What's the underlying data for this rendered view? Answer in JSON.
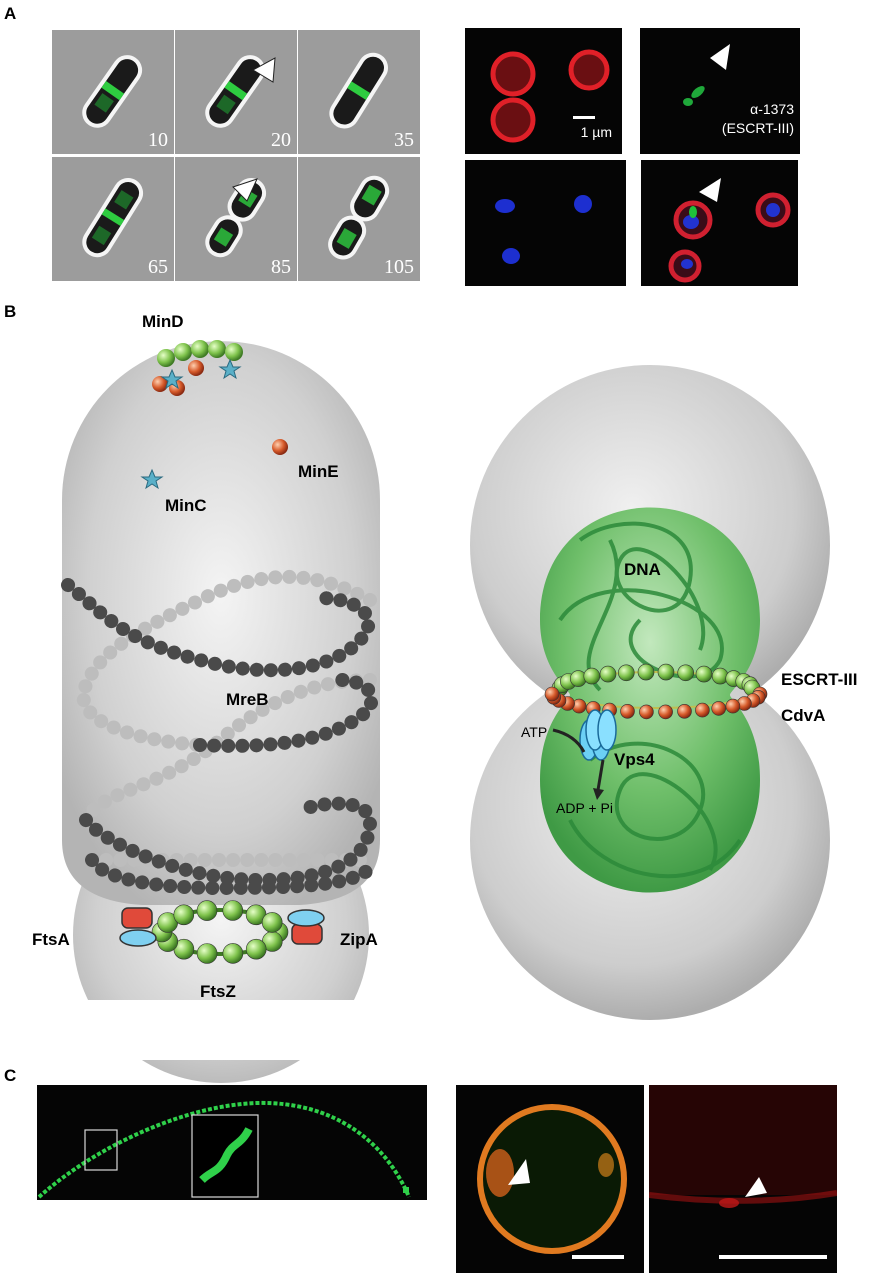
{
  "panels": {
    "a": "A",
    "b": "B",
    "c": "C"
  },
  "panel_a": {
    "timelapse_frames": [
      "10",
      "20",
      "35",
      "65",
      "85",
      "105"
    ],
    "scale_bar": "1 µm",
    "antibody_label": "α-1373",
    "antibody_target": "(ESCRT-III)"
  },
  "panel_b": {
    "bacterial_labels": {
      "mind": "MinD",
      "mine": "MinE",
      "minc": "MinC",
      "mreb": "MreB",
      "ftsa": "FtsA",
      "zipa": "ZipA",
      "ftsz": "FtsZ"
    },
    "archaeal_labels": {
      "dna": "DNA",
      "escrt": "ESCRT-III",
      "cdva": "CdvA",
      "atp": "ATP",
      "vps4": "Vps4",
      "adp": "ADP + Pi"
    }
  },
  "colors": {
    "gfp_green": "#2ecc40",
    "cell_gray": "#d4d4d4",
    "dna_green": "#3a9a4a",
    "bead_green": "#8fce5a",
    "bead_red": "#d2502a",
    "bead_gray": "#6e6e6e",
    "vps4_blue": "#5ac8f0"
  }
}
